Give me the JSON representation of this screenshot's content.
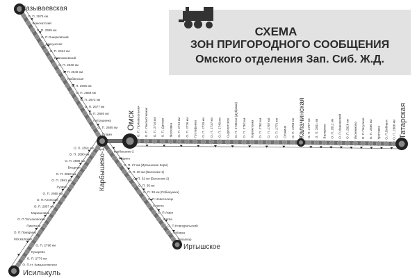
{
  "title": {
    "line1": "СХЕМА",
    "line2": "ЗОН ПРИГОРОДНОГО СООБЩЕНИЯ",
    "line3": "Омского отделения Зап. Сиб. Ж.Д."
  },
  "colors": {
    "track": "#6e6e6e",
    "station": "#8a8a8a",
    "hub": "#222222",
    "title_bg": "#e2e2e2"
  },
  "hubs": {
    "nazyvaevskaya": "Называевская",
    "omsk": "Омск",
    "karbyshevo1": "Карбышево-1",
    "kalachinskaya": "Калачинская",
    "tatarskaya": "Татарская",
    "isilkul": "Исилькуль",
    "irtyshskoe": "Иртышское"
  },
  "lines": {
    "north": [
      "О. П. 2575 км",
      "Конюхатский",
      "О. П. 2595 км",
      "О. П.Оширковский",
      "Драгунская",
      "О. П. 2624 км",
      "Новоюжевский",
      "О. П. 2640 км",
      "О. П. 2646 км",
      "Любинская",
      "О. П. 2666 км",
      "О. П. 2669 км",
      "О. П. 2672 км",
      "О. П. 2677 км",
      "О. П. 2680 км",
      "Петрушенко",
      "О. П. 2685 км",
      "Пламя"
    ],
    "east1": [
      "О. П. Привокзальная",
      "О. П. Локомотивная",
      "О. П. 2716 км",
      "О. П. Дачная",
      "Московка",
      "О. П. 2724 км",
      "О. П. 2726 км",
      "Густафьево",
      "О. П. 2733 км",
      "О. П. 2737 км",
      "О. П. 2740 км",
      "Сыропятское",
      "О. П. 2746 км (Дубрава)",
      "О. П. 2752 км",
      "Кормиловка",
      "О. П. 2762 км",
      "О. П. 2767 км",
      "О. П. 2771 км",
      "Осокино",
      "О. П. 2783 км"
    ],
    "east2": [
      "О. П. 2797 км",
      "О. П. 2801 км",
      "Валерино",
      "О. П. 2812 км",
      "О. П.Ивановский",
      "О. П. 2826 км",
      "Иконниково",
      "О. П.Погулино",
      "О. П. 2850 км",
      "Кротовка",
      "О. П.Бибирги",
      "О. П. 2866 км"
    ],
    "southwest": [
      "О. П. 2891 км",
      "О. П. 2890 км",
      "О. П. 2886 км",
      "Входная",
      "О. П. 2883 км",
      "О. П. 2881 км",
      "Лузино",
      "О. П. 2868 км",
      "О. П.Алонский",
      "О. П. 2857 км",
      "Мариановка",
      "О. П.Татьяновский",
      "Пикетное",
      "О. П.Помурино",
      "Москаленки",
      "О. П. 2798 км",
      "Кухарево",
      "О. П. 2779 км",
      "О. П.ст. Камышловское"
    ],
    "southeast": [
      "Карбышево-2",
      "Фадино",
      "О. П. 27 км (Иртышские Зори)",
      "О. П. 30 км (Вагонник-1)",
      "О. П. 32 км (Вагонник-2)",
      "О. П. 35 км",
      "О. П. 38 км (Рябинушка)",
      "О. П.Новоселецк",
      "Стрела",
      "О. П.Амре",
      "Жатва",
      "О. П.Новоуральский",
      "Лобовка",
      "Талапкар"
    ]
  }
}
